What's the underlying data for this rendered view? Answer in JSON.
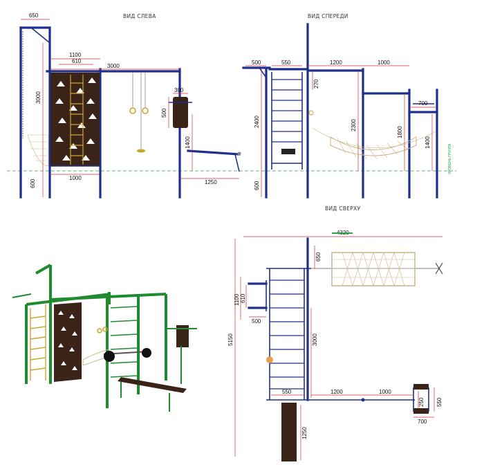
{
  "views": {
    "left_title": "ВИД СЛЕВА",
    "front_title": "ВИД СПЕРЕДИ",
    "top_title": "ВИД СВЕРХУ"
  },
  "left_view_dims": {
    "d650": "650",
    "d1100": "1100",
    "d610": "610",
    "d3000_top": "3000",
    "d3000_vert": "3000",
    "d500": "500",
    "d300": "300",
    "d1400": "1400",
    "d1000": "1000",
    "d600": "600",
    "d1250": "1250"
  },
  "front_view_dims": {
    "d500": "500",
    "d550": "550",
    "d1200": "1200",
    "d1000": "1000",
    "d700": "700",
    "d2400": "2400",
    "d270": "270",
    "d2300": "2300",
    "d1800": "1800",
    "d1400": "1400",
    "d600": "600",
    "ground_label": "УРОВЕНЬ ГРУНТА"
  },
  "top_view_dims": {
    "d4320": "4320",
    "d650": "650",
    "d1100": "1100",
    "d610": "610",
    "d500": "500",
    "d5150": "5150",
    "d3000": "3000",
    "d550": "550",
    "d1200": "1200",
    "d1000": "1000",
    "d250": "250",
    "d550r": "550",
    "d700": "700",
    "d1250": "1250"
  },
  "colors": {
    "frame_blue": "#1e2f8c",
    "frame_green": "#1f8a2e",
    "dimension_red": "#d0303a",
    "climb_panel": "#3a2418",
    "ground_line": "#2aa24a"
  }
}
